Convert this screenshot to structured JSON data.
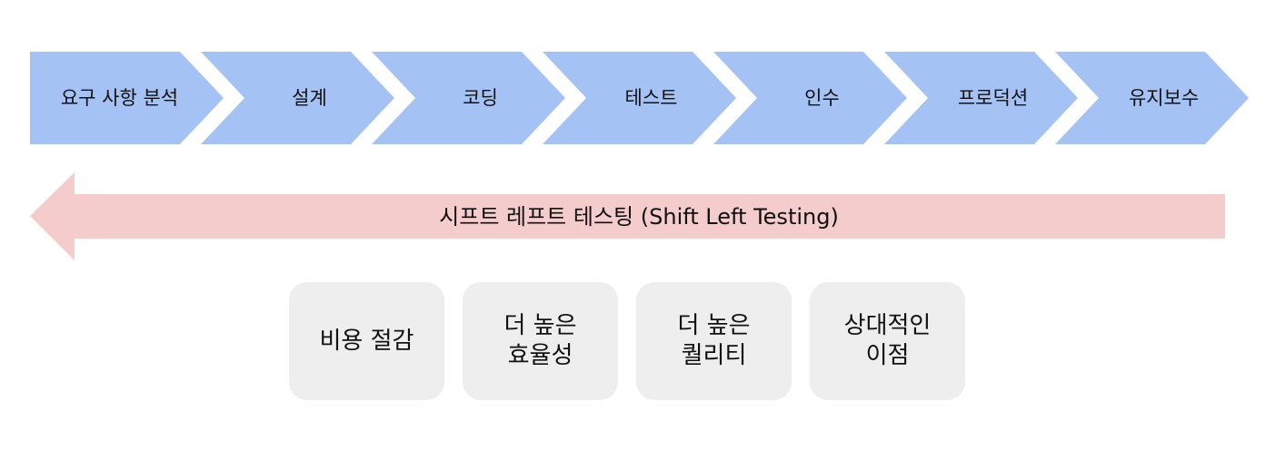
{
  "colors": {
    "stage_fill": "#a4c2f4",
    "shift_arrow_fill": "#f4cccc",
    "benefit_fill": "#eeeeee",
    "text": "#111111"
  },
  "stages": [
    {
      "label": "요구 사항 분석"
    },
    {
      "label": "설계"
    },
    {
      "label": "코딩"
    },
    {
      "label": "테스트"
    },
    {
      "label": "인수"
    },
    {
      "label": "프로덕션"
    },
    {
      "label": "유지보수"
    }
  ],
  "shift_arrow": {
    "label": "시프트 레프트 테스팅 (Shift Left Testing)",
    "direction": "left"
  },
  "benefits": [
    {
      "label": "비용 절감"
    },
    {
      "label": "더 높은\n효율성"
    },
    {
      "label": "더 높은\n퀄리티"
    },
    {
      "label": "상대적인\n이점"
    }
  ]
}
